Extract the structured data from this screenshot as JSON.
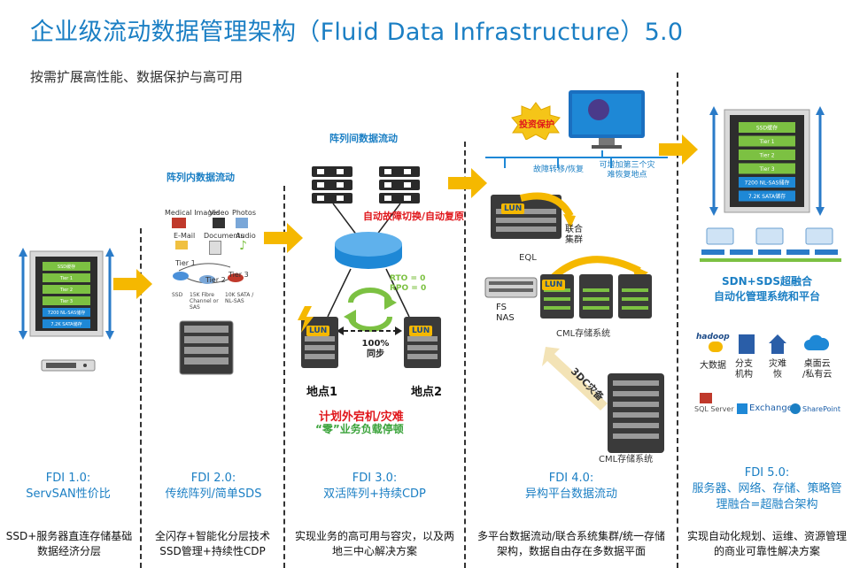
{
  "title": "企业级流动数据管理架构（Fluid Data Infrastructure）5.0",
  "subtitle": "按需扩展高性能、数据保护与高可用",
  "col2": {
    "heading": "阵列内数据流动",
    "media": [
      "Medical Images",
      "Video",
      "Photos",
      "E-Mail",
      "Documents",
      "Audio"
    ],
    "tiers": [
      "Tier 1",
      "Tier 2",
      "Tier 3"
    ],
    "tier_labels": [
      "SSD",
      "15K Fibre Channel or SAS",
      "10K SATA / NL-SAS"
    ]
  },
  "col3": {
    "heading": "阵列间数据流动",
    "failover": "自动故障切换/自动复原",
    "rto": "RTO = 0",
    "rpo": "RPO = 0",
    "lun": "LUN",
    "sync": "100%\n同步",
    "site1": "地点1",
    "site2": "地点2",
    "plan1": "计划外宕机/灾难",
    "plan2": "“零”业务负载停顿"
  },
  "col4": {
    "invest": "投资保护",
    "failover": "故障转移/恢复",
    "replicate": "可增加第三个灾难恢复地点",
    "lun": "LUN",
    "eql": "EQL",
    "cluster": "联合集群",
    "fs_nas": "FS\nNAS",
    "cml1": "CML存储系统",
    "dc3": "3DC灾备",
    "cml2": "CML存储系统"
  },
  "col5": {
    "title": "SDN+SDS超融合\n自动化管理系统和平台",
    "apps": [
      {
        "label": "大数据",
        "name": "hadoop-icon",
        "logo": "hadoop"
      },
      {
        "label": "分支\n机构",
        "name": "branch-office-icon",
        "logo": ""
      },
      {
        "label": "灾难\n恢",
        "name": "disaster-recovery-icon",
        "logo": ""
      },
      {
        "label": "桌面云\n/私有云",
        "name": "cloud-icon",
        "logo": ""
      },
      {
        "label": "",
        "name": "sql-server-icon",
        "logo": "SQL Server"
      },
      {
        "label": "",
        "name": "exchange-icon",
        "logo": "Exchange"
      },
      {
        "label": "",
        "name": "sharepoint-icon",
        "logo": "SharePoint"
      }
    ]
  },
  "rack_tiers": [
    "SSD缓存",
    "Tier 1",
    "Tier 2",
    "Tier 3",
    "7200 NL-SAS储存",
    "7.2K SATA储存"
  ],
  "fdi": [
    {
      "title": "FDI 1.0:",
      "desc": "ServSAN性价比"
    },
    {
      "title": "FDI 2.0:",
      "desc": "传统阵列/简单SDS"
    },
    {
      "title": "FDI 3.0:",
      "desc": "双活阵列+持续CDP"
    },
    {
      "title": "FDI 4.0:",
      "desc": "异构平台数据流动"
    },
    {
      "title": "FDI 5.0:",
      "desc": "服务器、网络、存储、策略管理融合=超融合架构"
    }
  ],
  "bottom": [
    "SSD+服务器直连存储基础数据经济分层",
    "全闪存+智能化分层技术SSD管理+持续性CDP",
    "实现业务的高可用与容灾，以及两地三中心解决方案",
    "多平台数据流动/联合系统集群/统一存储架构，数据自由存在多数据平面",
    "实现自动化规划、运维、资源管理的商业可靠性解决方案"
  ],
  "colors": {
    "accent": "#1b7fc4",
    "arrow": "#f5b800",
    "red": "#e0161b",
    "green": "#7cc142"
  }
}
